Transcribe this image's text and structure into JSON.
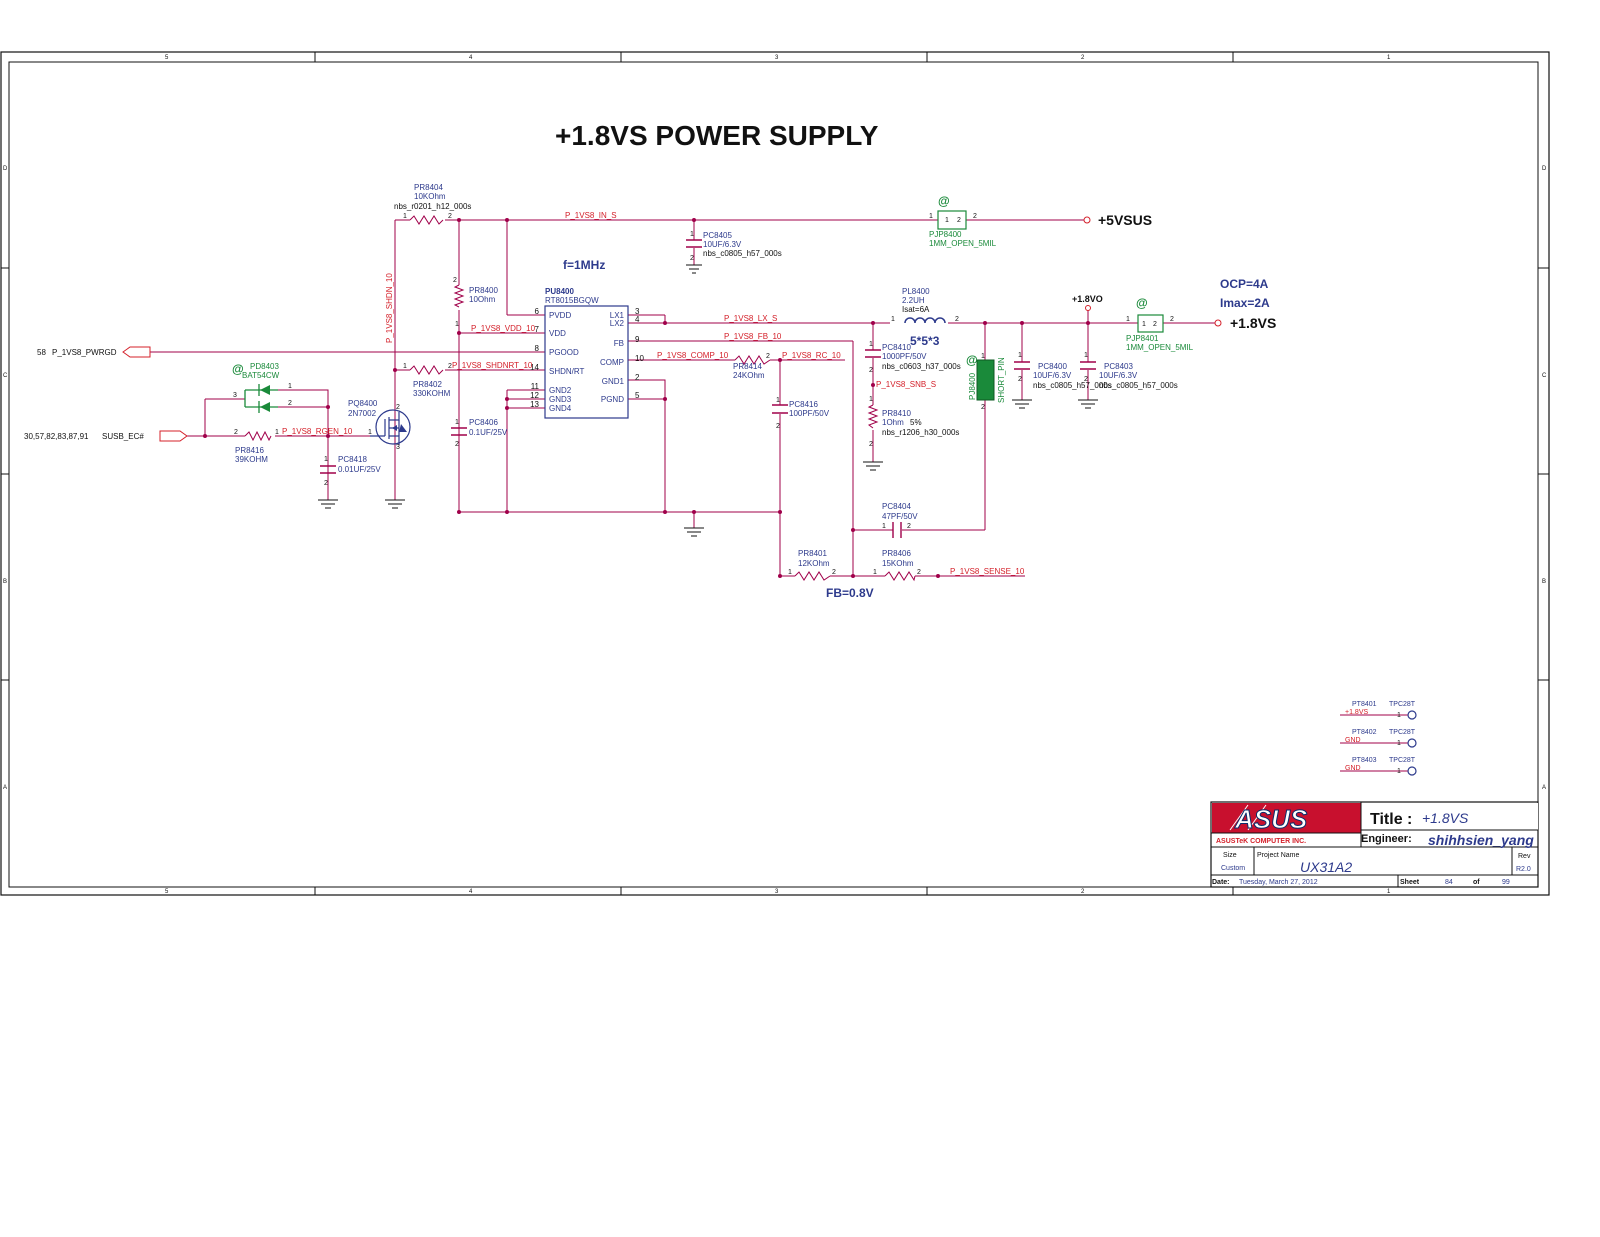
{
  "title": "+1.8VS POWER SUPPLY",
  "zones": {
    "cols": [
      "5",
      "4",
      "3",
      "2",
      "1"
    ],
    "rows": [
      "D",
      "C",
      "B",
      "A"
    ]
  },
  "notes": {
    "freq": "f=1MHz",
    "ocp": "OCP=4A",
    "imax": "Imax=2A",
    "fb": "FB=0.8V",
    "inductor_size": "5*5*3"
  },
  "rails": {
    "vin": "+5VSUS",
    "vout": "+1.8VS",
    "vo": "+1.8VO"
  },
  "ports": {
    "pwrgd_num": "58",
    "pwrgd": "P_1VS8_PWRGD",
    "susb_nums": "30,57,82,83,87,91",
    "susb": "SUSB_EC#"
  },
  "nets": {
    "in": "P_1VS8_IN_S",
    "shdn": "P_1VS8_SHDN_10",
    "vdd": "P_1VS8_VDD_10",
    "shdnrt": "P_1VS8_SHDNRT_10",
    "lx": "P_1VS8_LX_S",
    "fb": "P_1VS8_FB_10",
    "comp": "P_1VS8_COMP_10",
    "rc": "P_1VS8_RC_10",
    "snb": "P_1VS8_SNB_S",
    "rgen": "P_1VS8_RGEN_10",
    "sense": "P_1VS8_SENSE_10"
  },
  "ic": {
    "ref": "PU8400",
    "part": "RT8015BGQW",
    "pins_left": [
      "PVDD",
      "VDD",
      "PGOOD",
      "SHDN/RT",
      "GND2",
      "GND3",
      "GND4"
    ],
    "pins_right": [
      "LX1",
      "LX2",
      "FB",
      "COMP",
      "GND1",
      "PGND"
    ],
    "nums_left": [
      "6",
      "7",
      "8",
      "14",
      "11",
      "12",
      "13"
    ],
    "nums_right": [
      "3",
      "4",
      "9",
      "10",
      "2",
      "5"
    ]
  },
  "components": {
    "pr8404": {
      "ref": "PR8404",
      "val": "10KOhm",
      "pkg": "nbs_r0201_h12_000s"
    },
    "pr8400": {
      "ref": "PR8400",
      "val": "10Ohm"
    },
    "pr8402": {
      "ref": "PR8402",
      "val": "330KOHM"
    },
    "pr8416": {
      "ref": "PR8416",
      "val": "39KOHM"
    },
    "pr8414": {
      "ref": "PR8414",
      "val": "24KOhm"
    },
    "pr8410": {
      "ref": "PR8410",
      "val": "1Ohm",
      "tol": "5%",
      "pkg": "nbs_r1206_h30_000s"
    },
    "pr8401": {
      "ref": "PR8401",
      "val": "12KOhm"
    },
    "pr8406": {
      "ref": "PR8406",
      "val": "15KOhm"
    },
    "pc8405": {
      "ref": "PC8405",
      "val": "10UF/6.3V",
      "pkg": "nbs_c0805_h57_000s"
    },
    "pc8406": {
      "ref": "PC8406",
      "val": "0.1UF/25V"
    },
    "pc8418": {
      "ref": "PC8418",
      "val": "0.01UF/25V"
    },
    "pc8416": {
      "ref": "PC8416",
      "val": "100PF/50V"
    },
    "pc8410": {
      "ref": "PC8410",
      "val": "1000PF/50V",
      "pkg": "nbs_c0603_h37_000s"
    },
    "pc8404": {
      "ref": "PC8404",
      "val": "47PF/50V"
    },
    "pc8400": {
      "ref": "PC8400",
      "val": "10UF/6.3V",
      "pkg": "nbs_c0805_h57_000s"
    },
    "pc8403": {
      "ref": "PC8403",
      "val": "10UF/6.3V",
      "pkg": "nbs_c0805_h57_000s"
    },
    "pl8400": {
      "ref": "PL8400",
      "val": "2.2UH",
      "isat": "Isat=6A"
    },
    "pjp8400": {
      "ref": "PJP8400",
      "val": "1MM_OPEN_5MIL"
    },
    "pjp8401": {
      "ref": "PJP8401",
      "val": "1MM_OPEN_5MIL"
    },
    "pj8400": {
      "ref": "PJ8400",
      "val": "SHORT_PIN"
    },
    "pd8403": {
      "ref": "PD8403",
      "val": "BAT54CW"
    },
    "pq8400": {
      "ref": "PQ8400",
      "val": "2N7002"
    },
    "at": "@"
  },
  "testpoints": [
    {
      "ref": "PT8401",
      "type": "TPC28T",
      "net": "+1.8VS",
      "pin": "1"
    },
    {
      "ref": "PT8402",
      "type": "TPC28T",
      "net": "GND",
      "pin": "1"
    },
    {
      "ref": "PT8403",
      "type": "TPC28T",
      "net": "GND",
      "pin": "1"
    }
  ],
  "titleblock": {
    "logo": "ASUS",
    "company": "ASUSTeK COMPUTER INC.",
    "title_label": "Title :",
    "title": "+1.8VS",
    "engineer_label": "Engineer:",
    "engineer": "shihhsien_yang",
    "size_label": "Size",
    "size": "Custom",
    "project_label": "Project Name",
    "project": "UX31A2",
    "rev_label": "Rev",
    "rev": "R2.0",
    "date_label": "Date:",
    "date": "Tuesday, March 27, 2012",
    "sheet_label": "Sheet",
    "sheet": "84",
    "of_label": "of",
    "total": "99"
  },
  "colors": {
    "net": "#d4202a",
    "wire": "#a0004a",
    "ref": "#2d3a8c",
    "green": "#1a8a3a"
  }
}
